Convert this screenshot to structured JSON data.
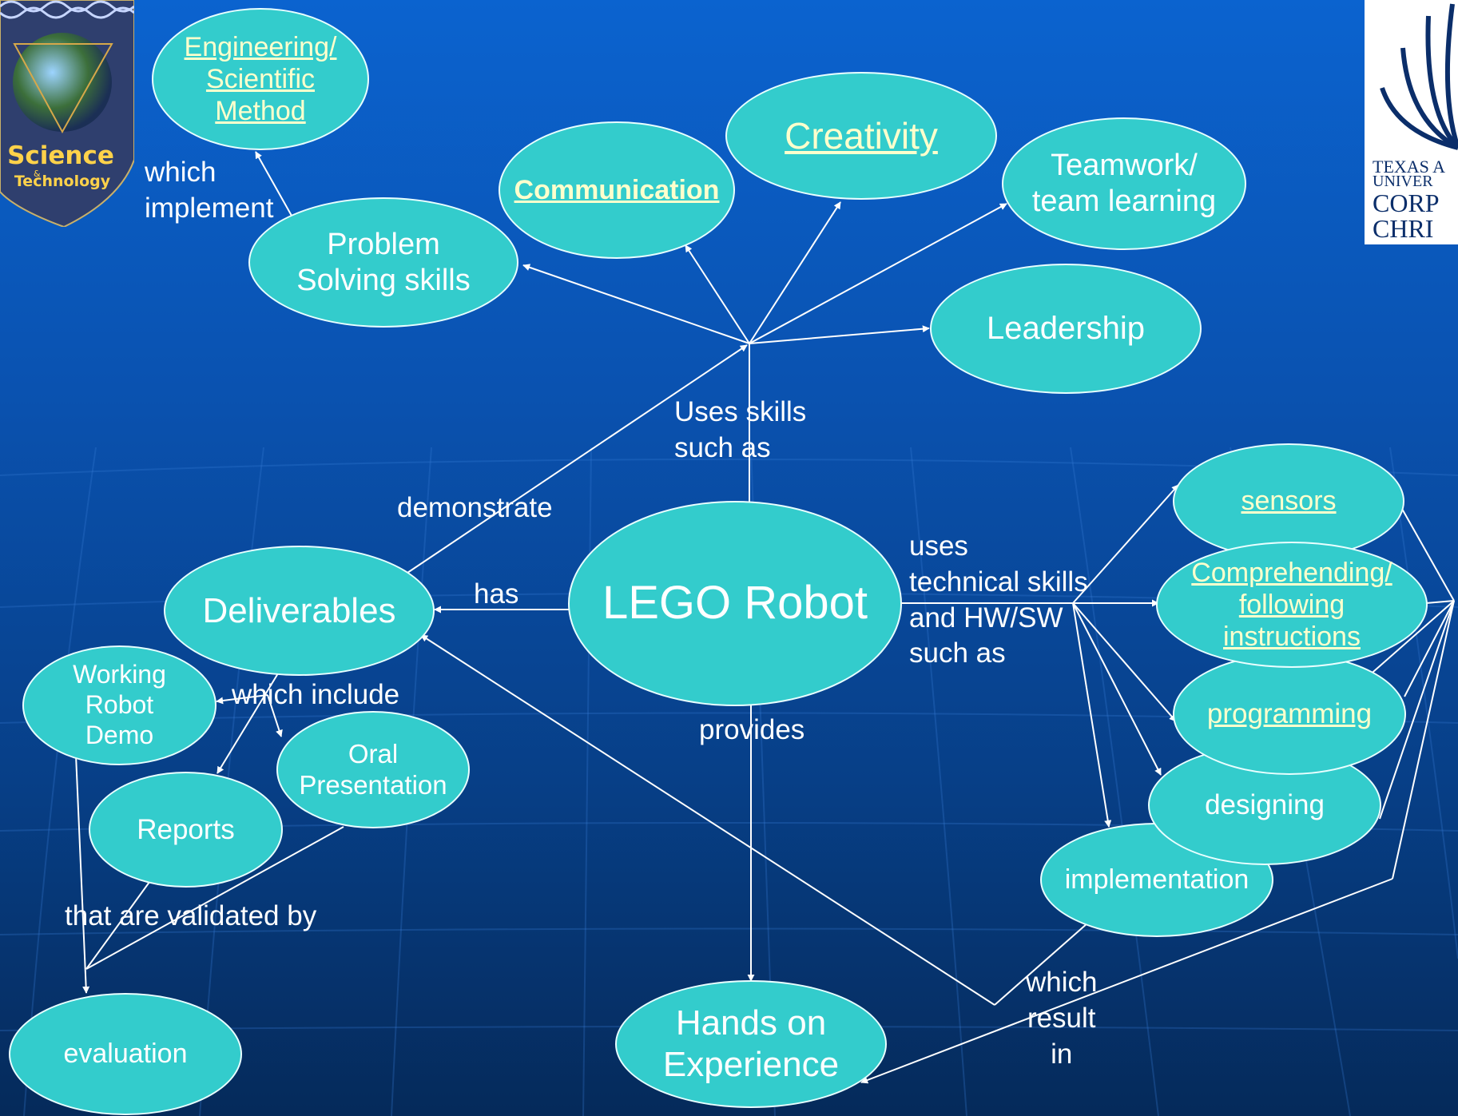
{
  "logos": {
    "left": {
      "word1": "Science",
      "amp": "&",
      "word2": "Technology"
    },
    "right": {
      "line1": "TEXAS A",
      "line2": "UNIVER",
      "line3": "CORP",
      "line4": "CHRI"
    }
  },
  "nodes": {
    "lego_robot": "LEGO Robot",
    "engineering": "Engineering/\nScientific \nMethod",
    "creativity": "Creativity",
    "communication": "Communication",
    "teamwork": "Teamwork/\nteam learning",
    "problem_solving": "Problem\nSolving skills",
    "leadership": "Leadership",
    "deliverables": "Deliverables",
    "working_robot_demo": "Working\nRobot\nDemo",
    "oral_presentation": "Oral\nPresentation",
    "reports": "Reports",
    "evaluation": "evaluation",
    "hands_on": "Hands on\nExperience",
    "sensors": "sensors",
    "comprehending": "Comprehending/\nfollowing\ninstructions",
    "programming": "programming",
    "designing": "designing",
    "implementation": "implementation"
  },
  "labels": {
    "which_implement": "which\nimplement",
    "uses_skills": "Uses skills\nsuch as",
    "demonstrate": "demonstrate",
    "has": "has",
    "uses_technical": "uses\ntechnical skills\nand HW/SW\nsuch as",
    "which_include": "which include",
    "provides": "provides",
    "validated_by": "that are validated by",
    "which_result_in": "which\nresult\nin"
  }
}
